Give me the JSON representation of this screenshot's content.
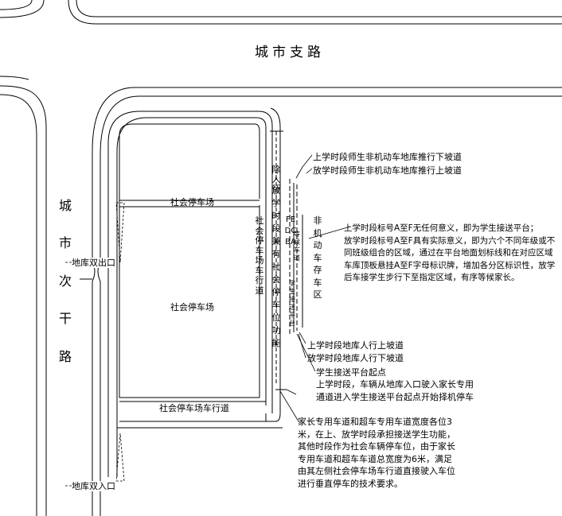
{
  "roads": {
    "branch_road": "城市支路",
    "secondary_road_chars": [
      "城",
      "市",
      "次",
      "干",
      "路"
    ]
  },
  "labels": {
    "garage_exit": "地库双出口",
    "garage_entry": "地库双入口",
    "parking_top": "社会停车场",
    "parking_mid": "社会停车场",
    "parking_lane": "社会停车场车行道",
    "lane_right_1": "社会停车场车行道",
    "lane_right_2": "放学时段兼有社会停车位功能",
    "platform": "学生接送平台",
    "wait_zone": "等候车道",
    "stop_markers": "FEDCBA",
    "pedestrian": "除人行",
    "bike_store": "非机动车存车区"
  },
  "notes": {
    "bike_ramp": "上学时段师生非机动车地库推行下坡道\n放学时段师生非机动车地库推行上坡道",
    "platform_zones": "上学时段标号A至F无任何意义，即为学生接送平台；\n放学时段标号A至F具有实际意义，即为六个不同年级或不\n同班级组合的区域，通过在平台地面划标线和在对应区域\n车库顶板悬挂A至F字母标识牌，增加各分区标识性，放学\n后车接学生步行下至指定区域，有序等候家长。",
    "ped_ramp": "上学时段地库人行上坡道\n放学时段地库人行下坡道",
    "start_point": "学生接送平台起点",
    "morning_entry": "上学时段，车辆从地库入口驶入家长专用\n通道进入学生接送平台起点开始择机停车",
    "lane_width": "家长专用车道和超车专用车道宽度各位3\n米，在上、放学时段承担接送学生功能，\n其他时段作为社会车辆停车位，由于家长\n专用车道和超车车道总宽度为6米，满足\n由其左侧社会停车场车行道直接驶入车位\n进行垂直停车的技术要求。"
  }
}
